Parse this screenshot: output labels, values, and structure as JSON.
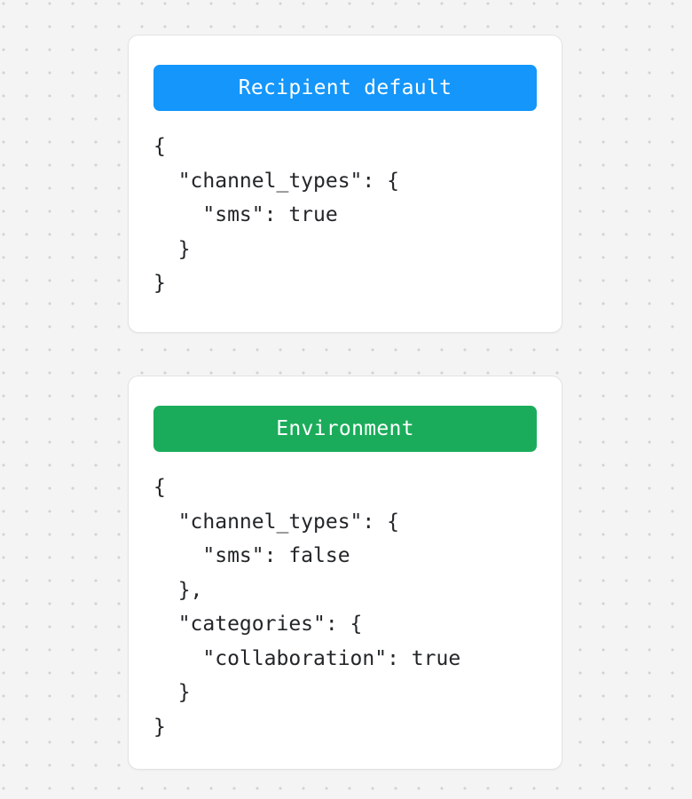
{
  "canvas": {
    "background_color": "#f4f4f4",
    "dot_color": "#d3d3d3"
  },
  "cards": [
    {
      "id": "recipient-default",
      "header_label": "Recipient default",
      "header_color": "#1496fb",
      "code": "{\n  \"channel_types\": {\n    \"sms\": true\n  }\n}",
      "preferences": {
        "channel_types": {
          "sms": true
        }
      }
    },
    {
      "id": "environment",
      "header_label": "Environment",
      "header_color": "#1bac5b",
      "code": "{\n  \"channel_types\": {\n    \"sms\": false\n  },\n  \"categories\": {\n    \"collaboration\": true\n  }\n}",
      "preferences": {
        "channel_types": {
          "sms": false
        },
        "categories": {
          "collaboration": true
        }
      }
    }
  ]
}
